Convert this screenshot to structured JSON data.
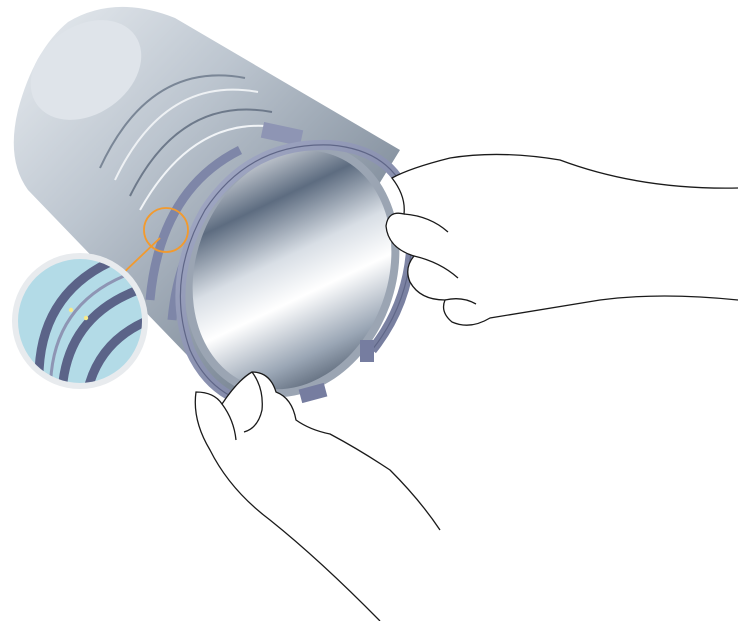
{
  "illustration": {
    "subject": "piston-ring-installation",
    "colors": {
      "cylinder_light": "#f2f5f8",
      "cylinder_mid": "#c4ccd4",
      "cylinder_dark": "#6f7c8c",
      "ring": "#8e95b4",
      "ring_dark": "#5f6687",
      "callout_line": "#f29a2e",
      "callout_bg": "#b3dbe7",
      "callout_rim": "#e8ebee",
      "hand_outline": "#1a1a1a"
    },
    "icons": [
      "cylinder",
      "piston-ring",
      "magnifier-callout",
      "hand-right",
      "hand-left"
    ]
  }
}
